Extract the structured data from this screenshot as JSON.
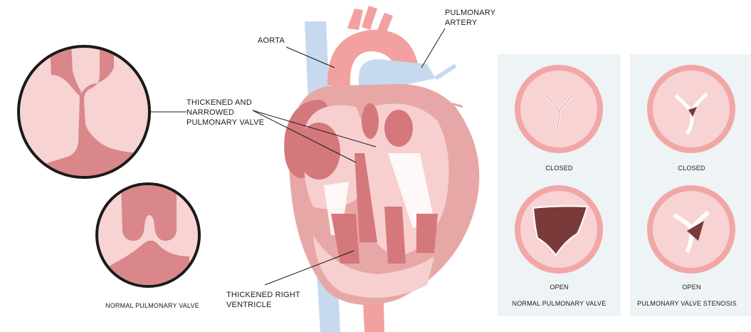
{
  "labels": {
    "aorta": "AORTA",
    "pulmonary_artery_line1": "PULMONARY",
    "pulmonary_artery_line2": "ARTERY",
    "thickened_line1": "THICKENED AND",
    "thickened_line2": "NARROWED",
    "thickened_line3": "PULMONARY VALVE",
    "right_ventricle_line1": "THICKENED RIGHT",
    "right_ventricle_line2": "VENTRICLE",
    "normal_valve_caption": "NORMAL PULMONARY VALVE"
  },
  "panels": [
    {
      "closed": "CLOSED",
      "open": "OPEN",
      "caption": "NORMAL PULMONARY VALVE"
    },
    {
      "closed": "CLOSED",
      "open": "OPEN",
      "caption": "PULMONARY VALVE STENOSIS"
    }
  ],
  "colors": {
    "tissue_light": "#f7cfcf",
    "tissue_mid": "#e8a7a7",
    "tissue_dark": "#d4787b",
    "aorta": "#f3a0a0",
    "vessel_blue": "#c6d9ee",
    "valve_open_dark": "#7a3a3a",
    "panel_bg": "#eef3f5",
    "outline": "#1a1a1a"
  }
}
